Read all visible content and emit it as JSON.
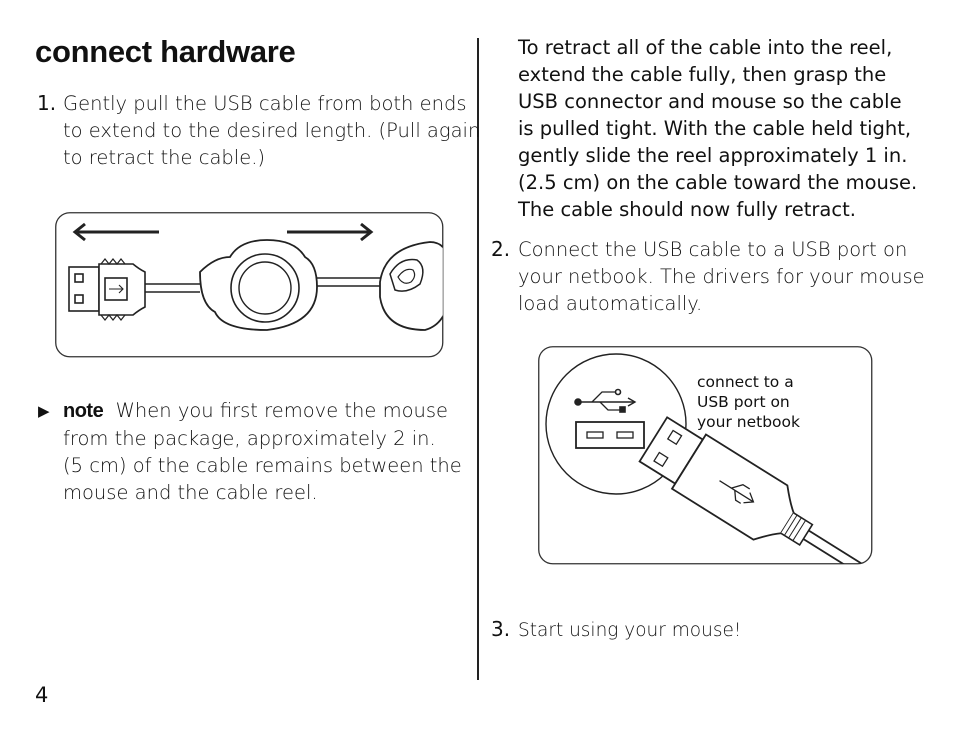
{
  "page": {
    "title": "connect hardware",
    "page_number": "4"
  },
  "left": {
    "step1": {
      "number": "1.",
      "lines": [
        "Gently pull the USB cable from both ends",
        "to extend to the desired length. (Pull again",
        "to retract the cable.)"
      ]
    },
    "note": {
      "label": "note",
      "lines": [
        "When you first remove the mouse",
        "from the package, approximately 2 in.",
        "(5 cm) of the cable remains between the",
        "mouse and the cable reel."
      ]
    }
  },
  "right": {
    "retract_para": [
      "To retract all of the cable into the reel,",
      "extend the cable fully, then grasp the",
      "USB connector and mouse so the cable",
      "is pulled tight. With the cable held tight,",
      "gently slide the reel approximately 1 in.",
      "(2.5 cm) on the cable toward the mouse.",
      "The cable should now fully retract."
    ],
    "step2": {
      "number": "2.",
      "lines": [
        "Connect the USB cable to a USB port on",
        "your netbook. The drivers for your mouse",
        "load automatically."
      ]
    },
    "illustration_caption": [
      "connect to a",
      "USB port on",
      "your netbook"
    ],
    "step3": {
      "number": "3.",
      "text": "Start using your mouse!"
    }
  },
  "icons": {
    "note_marker": "triangle-right-icon",
    "usb": "usb-trident-icon"
  }
}
